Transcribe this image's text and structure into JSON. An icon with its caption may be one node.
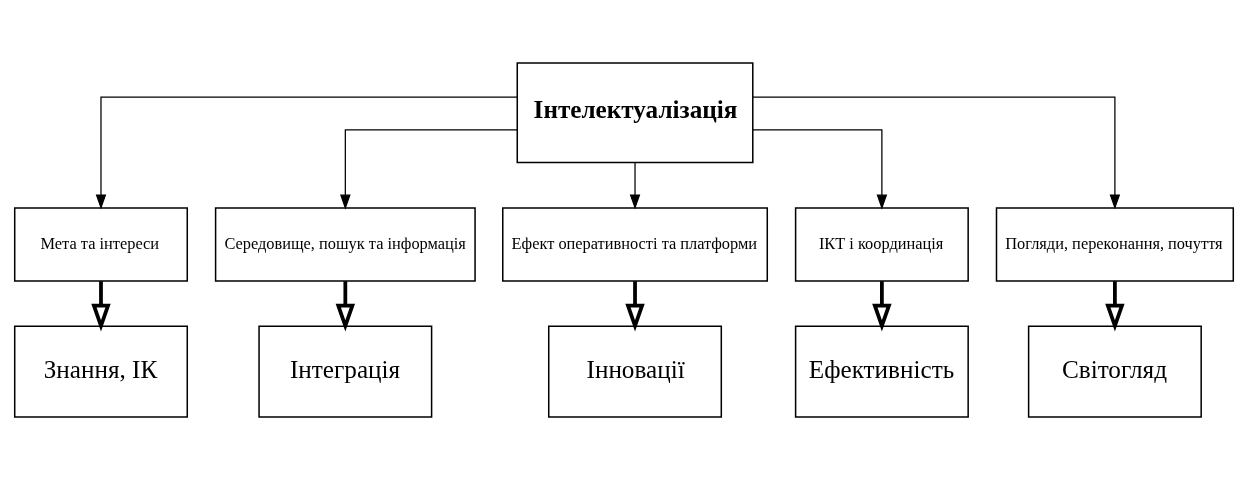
{
  "diagram": {
    "nodes": [
      {
        "text": [
          "Інтелектуалізація"
        ]
      },
      {
        "text": [
          "Мета та інтереси"
        ]
      },
      {
        "text": [
          "Середовище, пошук та інформація"
        ]
      },
      {
        "text": [
          "Ефект оперативності та платформи"
        ]
      },
      {
        "text": [
          "ІКТ і координація"
        ]
      },
      {
        "text": [
          "Погляди, переконання, почуття"
        ]
      },
      {
        "text": [
          "Знання, ІК"
        ]
      },
      {
        "text": [
          "Інтеграція"
        ]
      },
      {
        "text": [
          "Інновації"
        ]
      },
      {
        "text": [
          "Ефективність"
        ]
      },
      {
        "text": [
          "Світогляд"
        ]
      }
    ],
    "edges": [
      {
        "from": 0,
        "to": 1,
        "arrow": "to"
      },
      {
        "from": 0,
        "to": 2,
        "arrow": "to"
      },
      {
        "from": 0,
        "to": 3,
        "arrow": "to"
      },
      {
        "from": 0,
        "to": 4,
        "arrow": "to"
      },
      {
        "from": 0,
        "to": 5,
        "arrow": "to"
      },
      {
        "from": 1,
        "to": 6,
        "arrow": "to",
        "style": "thick"
      },
      {
        "from": 2,
        "to": 7,
        "arrow": "to",
        "style": "thick"
      },
      {
        "from": 3,
        "to": 8,
        "arrow": "to",
        "style": "thick"
      },
      {
        "from": 4,
        "to": 9,
        "arrow": "to",
        "style": "thick"
      },
      {
        "from": 5,
        "to": 10,
        "arrow": "to",
        "style": "thick"
      }
    ]
  }
}
